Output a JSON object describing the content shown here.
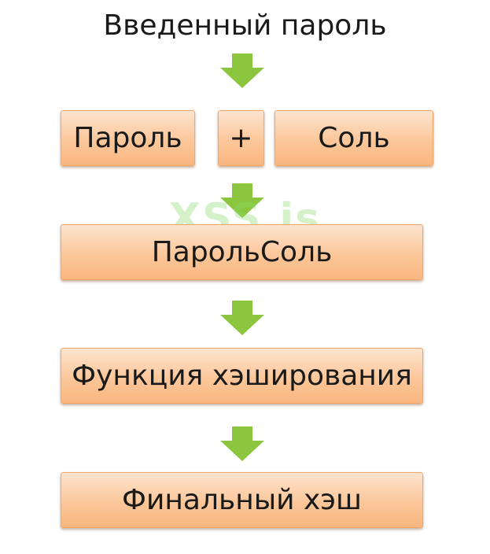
{
  "diagram": {
    "title": "Введенный пароль",
    "password_label": "Пароль",
    "plus_label": "+",
    "salt_label": "Соль",
    "combined_label": "ПарольСоль",
    "hash_function_label": "Функция хэширования",
    "final_hash_label": "Финальный хэш"
  },
  "watermark": "XSS.is",
  "colors": {
    "box_fill": "#fbc79a",
    "box_border": "#f4a66a",
    "arrow": "#8cc63f"
  }
}
